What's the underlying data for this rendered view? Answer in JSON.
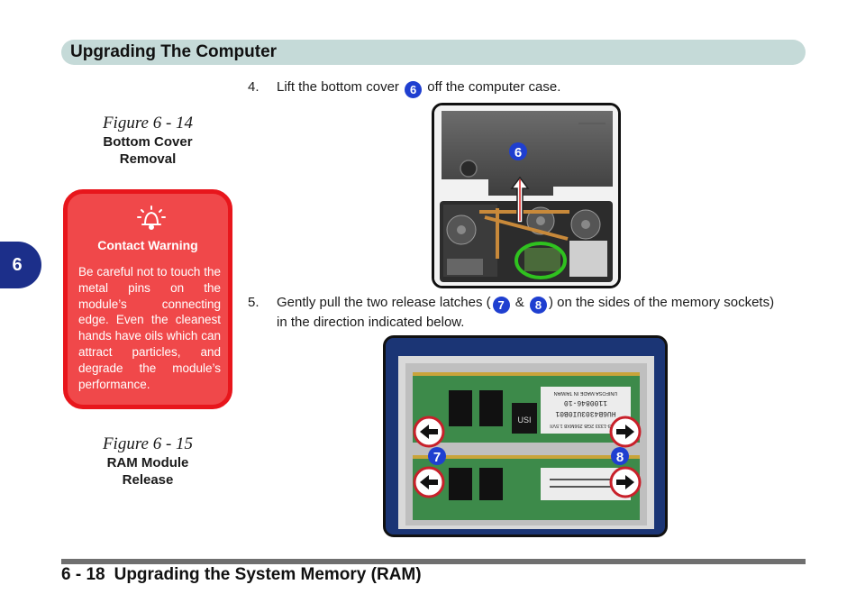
{
  "header": {
    "title": "Upgrading The Computer"
  },
  "side_tab": {
    "label": "6"
  },
  "figures": [
    {
      "number": "Figure 6 - 14",
      "title_line1": "Bottom Cover",
      "title_line2": "Removal"
    },
    {
      "number": "Figure 6 - 15",
      "title_line1": "RAM Module",
      "title_line2": "Release"
    }
  ],
  "warning": {
    "icon": "contact-warning-icon",
    "heading": "Contact Warning",
    "body": "Be careful not to touch the metal pins on the module’s connecting edge. Even the cleanest hands have oils which can attract particles, and degrade the module’s performance."
  },
  "steps": [
    {
      "number": "4.",
      "text_before": "Lift the bottom cover",
      "badge": "6",
      "text_after": "off the computer case."
    },
    {
      "number": "5.",
      "text_before": "Gently pull the two release latches (",
      "badge_a": "7",
      "joiner": "&",
      "badge_b": "8",
      "text_after": ") on the sides of the memory sockets)",
      "text_line2": "in the direction indicated below."
    }
  ],
  "photos": [
    {
      "badge": "6"
    },
    {
      "badge_left": "7",
      "badge_right": "8",
      "label_left": "UNIFOSA MADE IN TAIWAN",
      "label_mid": "1100846-10",
      "label_lower": "HU6B4303UI0B01",
      "label_bottom": "DDR3-1333 2GB 256MX8 1.5V/I"
    }
  ],
  "footer": {
    "page": "6 - 18",
    "title": "Upgrading the System Memory (RAM)"
  },
  "colors": {
    "header_bar": "#c5dad8",
    "side_tab": "#1c2f8a",
    "warning_fill": "#f0484a",
    "warning_border": "#e8161c",
    "badge": "#1f3fd0"
  }
}
